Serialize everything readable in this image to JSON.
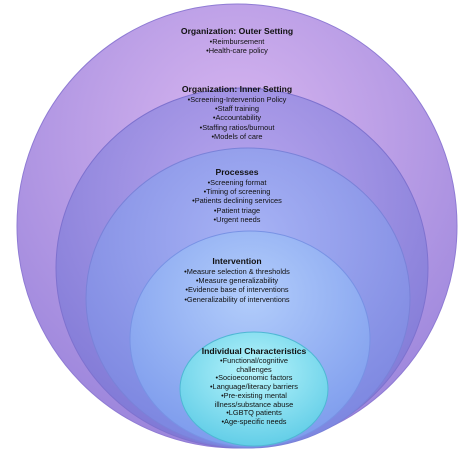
{
  "colors": {
    "outer": "#c7a2e6",
    "inner": "#ab97e5",
    "processes": "#9ba3ef",
    "intervention": "#9eb9f6",
    "individual": "#8ce0f3"
  },
  "levels": [
    {
      "title": "Organization: Outer Setting",
      "items": [
        "•Reimbursement",
        "•Health-care policy"
      ]
    },
    {
      "title": "Organization: Inner Setting",
      "items": [
        "•Screening-Intervention Policy",
        "•Staff training",
        "•Accountability",
        "•Staffing ratios/burnout",
        "•Models of care"
      ]
    },
    {
      "title": "Processes",
      "items": [
        "•Screening format",
        "•Timing of screening",
        "•Patients declining services",
        "•Patient triage",
        "•Urgent needs"
      ]
    },
    {
      "title": "Intervention",
      "items": [
        "•Measure selection & thresholds",
        "•Measure generalizability",
        "•Evidence base of interventions",
        "•Generalizability of interventions"
      ]
    },
    {
      "title": "Individual Characteristics",
      "items": [
        "•Functional/cognitive",
        "challenges",
        "•Socioeconomic factors",
        "•Language/literacy barriers",
        "•Pre-existing mental",
        "illness/substance abuse",
        "•LGBTQ patients",
        "•Age-specific needs"
      ]
    }
  ]
}
